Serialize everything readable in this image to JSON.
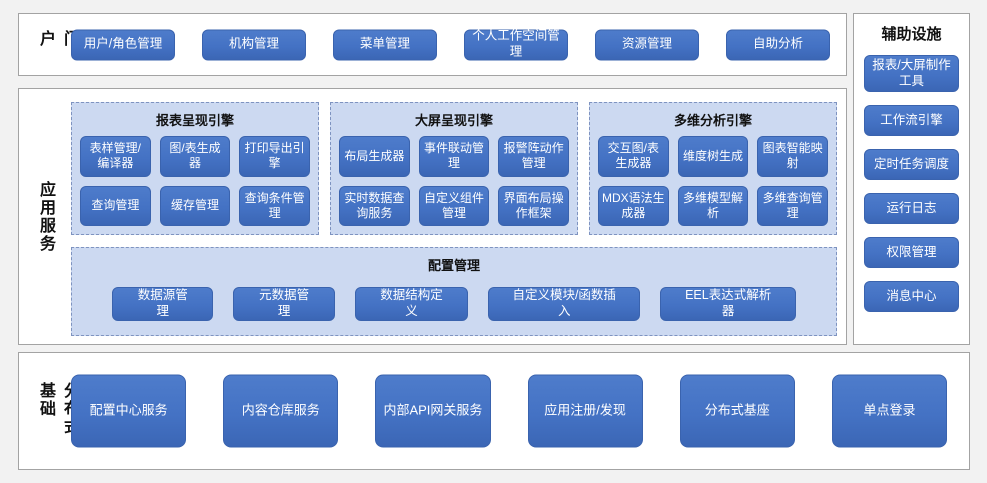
{
  "colors": {
    "node_blue": "#4472c4",
    "group_fill": "#ccd9f1",
    "group_border": "#7e93c0",
    "panel_bg": "#ffffff",
    "page_bg": "#f2f2f2"
  },
  "portal": {
    "label": "门户",
    "items": [
      "用户/角色管理",
      "机构管理",
      "菜单管理",
      "个人工作空间管理",
      "资源管理",
      "自助分析"
    ]
  },
  "auxiliary": {
    "label": "辅助设施",
    "items": [
      "报表/大屏制作工具",
      "工作流引擎",
      "定时任务调度",
      "运行日志",
      "权限管理",
      "消息中心"
    ]
  },
  "app_services": {
    "label": "应用服务",
    "engines": [
      {
        "title": "报表呈现引擎",
        "items": [
          "表样管理/编译器",
          "图/表生成器",
          "打印导出引擎",
          "查询管理",
          "缓存管理",
          "查询条件管理"
        ]
      },
      {
        "title": "大屏呈现引擎",
        "items": [
          "布局生成器",
          "事件联动管理",
          "报警阵动作管理",
          "实时数据查询服务",
          "自定义组件管理",
          "界面布局操作框架"
        ]
      },
      {
        "title": "多维分析引擎",
        "items": [
          "交互图/表生成器",
          "维度树生成",
          "图表智能映射",
          "MDX语法生成器",
          "多维模型解析",
          "多维查询管理"
        ]
      }
    ],
    "config": {
      "title": "配置管理",
      "items": [
        "数据源管理",
        "元数据管理",
        "数据结构定义",
        "自定义模块/函数插入",
        "EEL表达式解析器"
      ]
    }
  },
  "foundation": {
    "label": "分布式基础",
    "items": [
      "配置中心服务",
      "内容仓库服务",
      "内部API网关服务",
      "应用注册/发现",
      "分布式基座",
      "单点登录"
    ]
  }
}
